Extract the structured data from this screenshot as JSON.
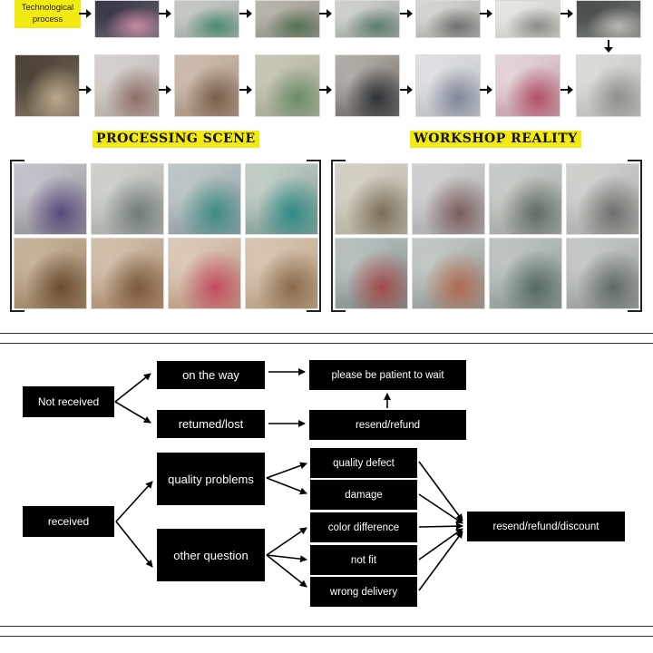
{
  "top_strip": {
    "label_line1": "Technological",
    "label_line2": "process",
    "row1_photos": [
      {
        "name": "process-photo-1",
        "colors": [
          "#6a6472",
          "#c78aa2",
          "#3c3848"
        ]
      },
      {
        "name": "process-photo-2",
        "colors": [
          "#9aa7a4",
          "#4c8a6e",
          "#c7c9c4"
        ]
      },
      {
        "name": "process-photo-3",
        "colors": [
          "#8d8c86",
          "#55704f",
          "#b8b5ab"
        ]
      },
      {
        "name": "process-photo-4",
        "colors": [
          "#9aa09b",
          "#5b7c6e",
          "#d0d2cd"
        ]
      },
      {
        "name": "process-photo-5",
        "colors": [
          "#a9aaa6",
          "#6f716f",
          "#d6d6d2"
        ]
      },
      {
        "name": "process-photo-6",
        "colors": [
          "#c9c9c4",
          "#8c8c86",
          "#e6e6e2"
        ]
      },
      {
        "name": "process-photo-7",
        "colors": [
          "#7b7f7a",
          "#b7b8b2",
          "#4a4e4c"
        ]
      }
    ],
    "row2_photos": [
      {
        "name": "process-photo-8",
        "colors": [
          "#7f7463",
          "#bba88a",
          "#4c4236"
        ]
      },
      {
        "name": "process-photo-9",
        "colors": [
          "#b3a9a2",
          "#8e6f67",
          "#d7d2cf"
        ]
      },
      {
        "name": "process-photo-10",
        "colors": [
          "#a78f7e",
          "#7a5e4c",
          "#cdbdae"
        ]
      },
      {
        "name": "process-photo-11",
        "colors": [
          "#a2a690",
          "#6c8c6a",
          "#c9c7b5"
        ]
      },
      {
        "name": "process-photo-12",
        "colors": [
          "#6b6663",
          "#2e3236",
          "#b4aea8"
        ]
      },
      {
        "name": "process-photo-13",
        "colors": [
          "#b9bcc1",
          "#7f8899",
          "#e0e1e4"
        ]
      },
      {
        "name": "process-photo-14",
        "colors": [
          "#c29aa6",
          "#b15266",
          "#e4d6da"
        ]
      },
      {
        "name": "process-photo-15",
        "colors": [
          "#b8b8b4",
          "#8e8e8a",
          "#dcdcd8"
        ]
      }
    ]
  },
  "sections": {
    "processing_title": "PROCESSING SCENE",
    "workshop_title": "WORKSHOP REALITY"
  },
  "processing_photos": [
    {
      "name": "processing-photo-1",
      "colors": [
        "#8f8f94",
        "#5a4a7c",
        "#c6c4cc"
      ]
    },
    {
      "name": "processing-photo-2",
      "colors": [
        "#a6a8a2",
        "#6f7b7a",
        "#cfd1cc"
      ]
    },
    {
      "name": "processing-photo-3",
      "colors": [
        "#8c9aa0",
        "#3e8c84",
        "#bfc8c8"
      ]
    },
    {
      "name": "processing-photo-4",
      "colors": [
        "#7e9a93",
        "#2f8a84",
        "#c3cfc7"
      ]
    },
    {
      "name": "processing-photo-5",
      "colors": [
        "#9a7e5f",
        "#6a4c32",
        "#c8b49c"
      ]
    },
    {
      "name": "processing-photo-6",
      "colors": [
        "#a9866a",
        "#7a5a3c",
        "#d3c1ad"
      ]
    },
    {
      "name": "processing-photo-7",
      "colors": [
        "#b99578",
        "#c24d62",
        "#dccabb"
      ]
    },
    {
      "name": "processing-photo-8",
      "colors": [
        "#b59a7d",
        "#8a6a4b",
        "#d8c6b2"
      ]
    }
  ],
  "workshop_photos": [
    {
      "name": "workshop-photo-1",
      "colors": [
        "#b3ad9e",
        "#7b6f5a",
        "#d6d1c5"
      ]
    },
    {
      "name": "workshop-photo-2",
      "colors": [
        "#a7a8a9",
        "#7a5d5a",
        "#d1d1d2"
      ]
    },
    {
      "name": "workshop-photo-3",
      "colors": [
        "#9ea49f",
        "#5f6d62",
        "#c9cdc9"
      ]
    },
    {
      "name": "workshop-photo-4",
      "colors": [
        "#a9aaa7",
        "#6c6f6b",
        "#d1d2cf"
      ]
    },
    {
      "name": "workshop-photo-5",
      "colors": [
        "#7f8b8a",
        "#a14a4a",
        "#b9c2c1"
      ]
    },
    {
      "name": "workshop-photo-6",
      "colors": [
        "#8e9792",
        "#b06a52",
        "#c3cac6"
      ]
    },
    {
      "name": "workshop-photo-7",
      "colors": [
        "#8c9691",
        "#546a62",
        "#bfc6c2"
      ]
    },
    {
      "name": "workshop-photo-8",
      "colors": [
        "#969a97",
        "#5f6a66",
        "#c6c9c7"
      ]
    }
  ],
  "flowchart": {
    "not_received": "Not received",
    "on_the_way": "on the way",
    "returned_lost": "retumed/lost",
    "please_wait": "please be patient to wait",
    "resend_refund": "resend/refund",
    "received": "received",
    "quality_problems": "quality problems",
    "other_question": "other question",
    "quality_defect": "quality defect",
    "damage": "damage",
    "color_difference": "color difference",
    "not_fit": "not fit",
    "wrong_delivery": "wrong delivery",
    "resend_refund_discount": "resend/refund/discount"
  }
}
